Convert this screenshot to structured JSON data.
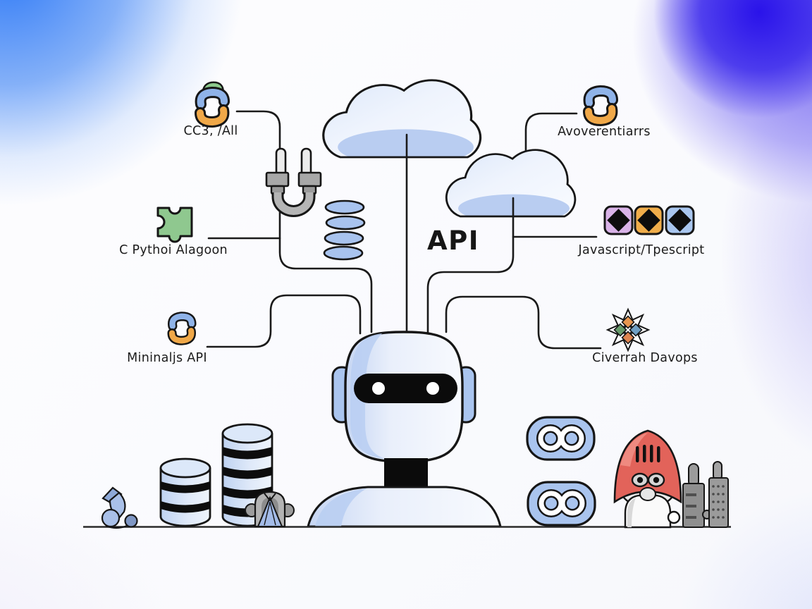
{
  "center": {
    "api_label": "API",
    "subject": "robot-head"
  },
  "nodes": {
    "top_left": {
      "label": "CC3, /All",
      "icon": "python-logo-green"
    },
    "mid_left": {
      "label": "C Pythoi Alagoon",
      "icon": "puzzle-piece"
    },
    "bottom_left": {
      "label": "Mininaljs API",
      "icon": "python-logo"
    },
    "top_right": {
      "label": "Avoverentiarrs",
      "icon": "python-logo"
    },
    "mid_right": {
      "label": "Javascript/Tpescript",
      "icon": "diamond-badges"
    },
    "bottom_right": {
      "label": "Civerrah Davops",
      "icon": "starburst-flower"
    }
  },
  "props": [
    "plug",
    "coil-stack",
    "cloud-large",
    "cloud-small",
    "boot",
    "database-small",
    "database-tall",
    "creature-fan",
    "infinity-badge",
    "infinity-badge",
    "gnome-red-hood",
    "towers",
    "ground-line"
  ],
  "palette": {
    "outline": "#1a1a1a",
    "fill_blue": "#a9c4ee",
    "fill_blue_light": "#dce8f9",
    "cloud_band": "#b9cdf1",
    "bg_blue": "#2e79f6",
    "bg_indigo": "#2a13ea",
    "bg_violet": "#8678f0",
    "python_blue": "#8fb3e8",
    "python_orange": "#f0a848",
    "puzzle_green": "#8fc88f",
    "badge_purple": "#d9b3e8",
    "badge_orange": "#f0ad4a",
    "badge_blue": "#a9c6ef",
    "gnome_red": "#e2635a"
  }
}
